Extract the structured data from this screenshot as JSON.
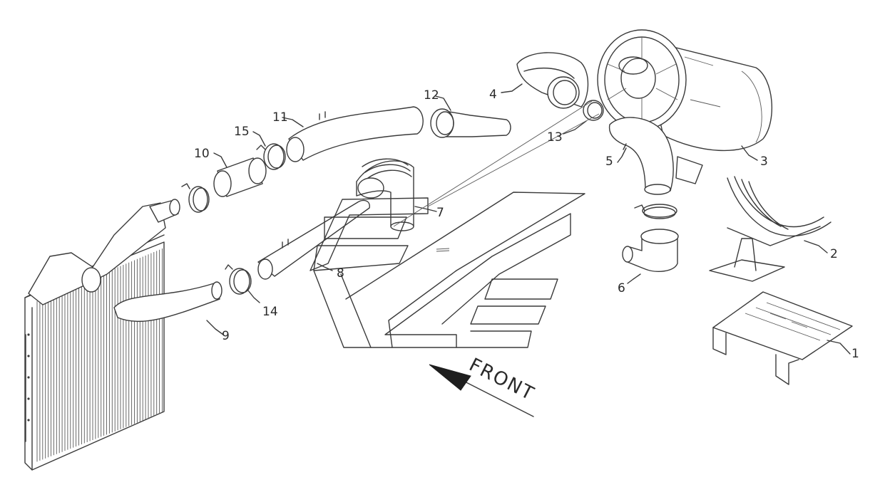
{
  "diagram": {
    "callouts": [
      {
        "id": "1",
        "label": "1"
      },
      {
        "id": "2",
        "label": "2"
      },
      {
        "id": "3",
        "label": "3"
      },
      {
        "id": "4",
        "label": "4"
      },
      {
        "id": "5",
        "label": "5"
      },
      {
        "id": "6",
        "label": "6"
      },
      {
        "id": "7",
        "label": "7"
      },
      {
        "id": "8",
        "label": "8"
      },
      {
        "id": "9",
        "label": "9"
      },
      {
        "id": "10",
        "label": "10"
      },
      {
        "id": "11",
        "label": "11"
      },
      {
        "id": "12",
        "label": "12"
      },
      {
        "id": "13",
        "label": "13"
      },
      {
        "id": "14",
        "label": "14"
      },
      {
        "id": "15",
        "label": "15"
      }
    ],
    "direction_label": "FRONT"
  },
  "colors": {
    "line": "#3a3a3a",
    "background": "#ffffff"
  }
}
